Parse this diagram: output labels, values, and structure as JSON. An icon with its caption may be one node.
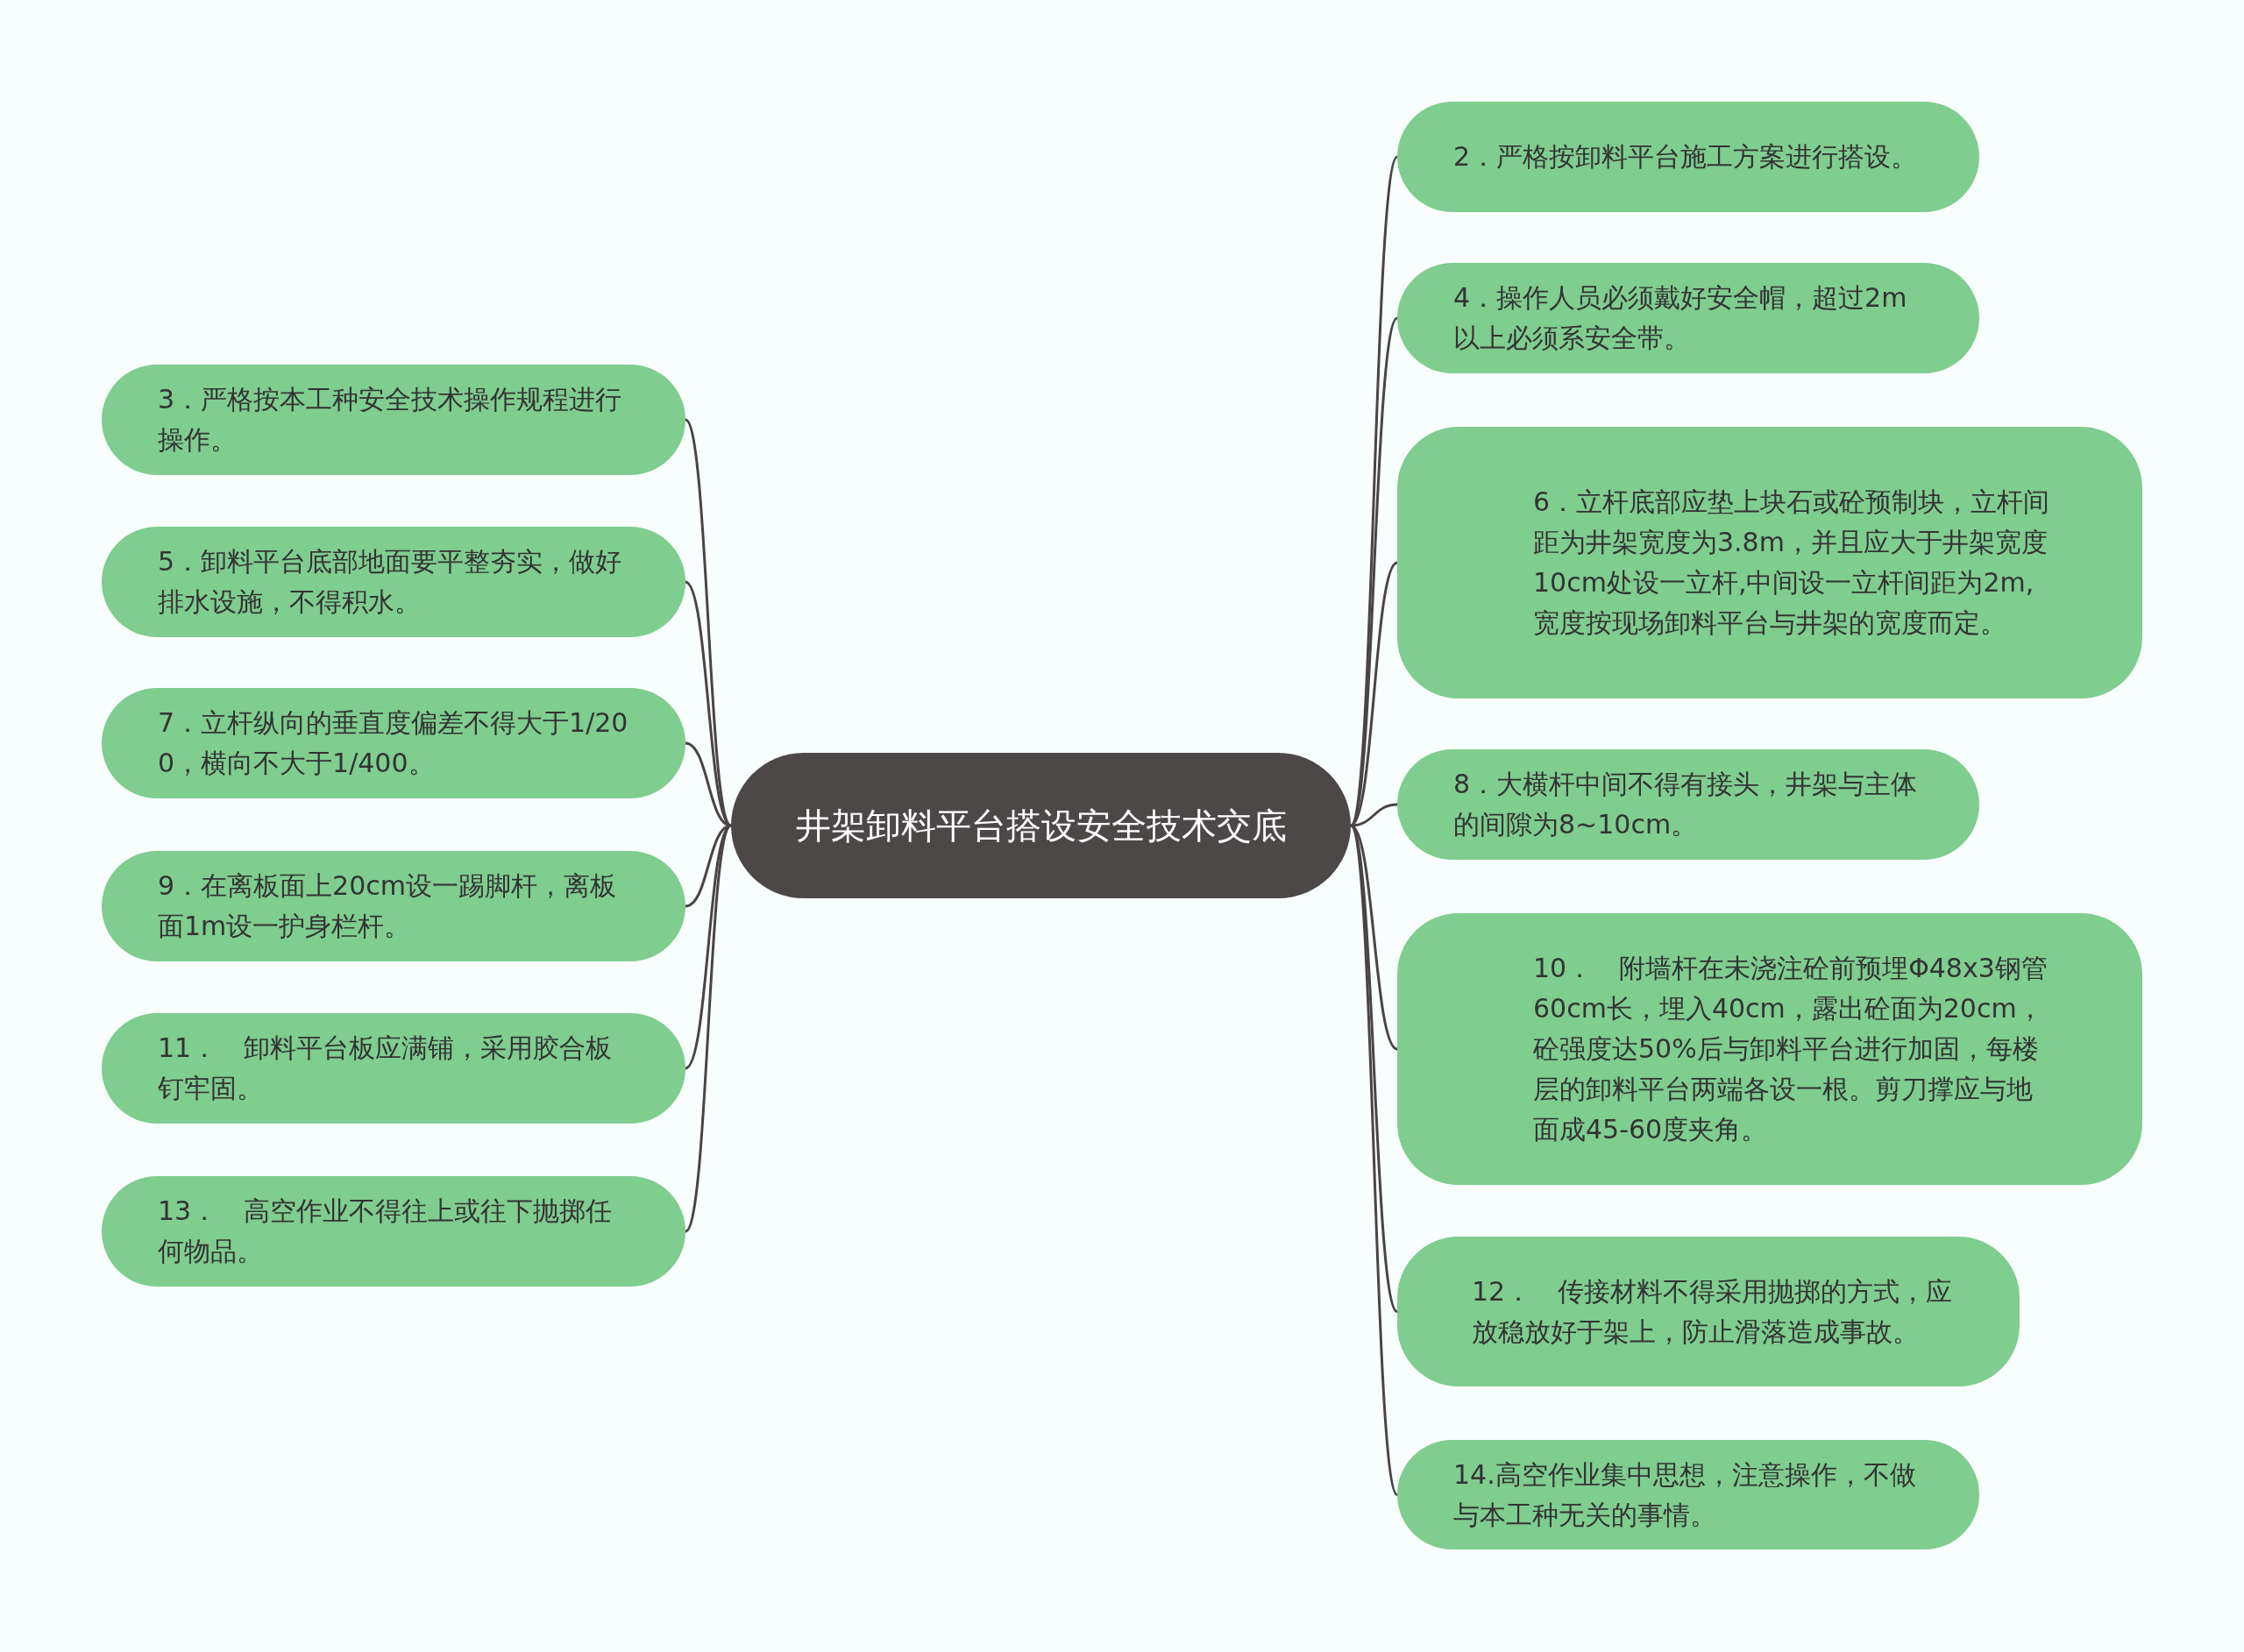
{
  "diagram": {
    "nodes": [
      {
        "text": [
          "井架卸料平台搭设安全技术交底"
        ]
      },
      {
        "text": [
          "2．严格按卸料平台施工方案进行搭设。"
        ]
      },
      {
        "text": [
          "3．严格按本工种安全技术操作规程进行操作。"
        ]
      },
      {
        "text": [
          "4．操作人员必须戴好安全帽，超过2m以上必须系安全带。"
        ]
      },
      {
        "text": [
          "5．卸料平台底部地面要平整夯实，做好排水设施，不得积水。"
        ]
      },
      {
        "text": [
          "6．立杆底部应垫上块石或砼预制块，立杆间距为井架宽度为3.8m，并且应大于井架宽度10cm处设一立杆,中间设一立杆间距为2m,宽度按现场卸料平台与井架的宽度而定。"
        ]
      },
      {
        "text": [
          "7．立杆纵向的垂直度偏差不得大于1/200，横向不大于1/400。"
        ]
      },
      {
        "text": [
          "8．大横杆中间不得有接头，井架与主体的间隙为8~10cm。"
        ]
      },
      {
        "text": [
          "9．在离板面上20cm设一踢脚杆，离板面1m设一护身栏杆。"
        ]
      },
      {
        "text": [
          "10．　附墙杆在未浇注砼前预埋Φ48x3钢管60cm长，埋入40cm，露出砼面为20cm，砼强度达50%后与卸料平台进行加固，每楼层的卸料平台两端各设一根。剪刀撑应与地面成45-60度夹角。"
        ]
      },
      {
        "text": [
          "11．　卸料平台板应满铺，采用胶合板钉牢固。"
        ]
      },
      {
        "text": [
          "12．　传接材料不得采用抛掷的方式，应放稳放好于架上，防止滑落造成事故。"
        ]
      },
      {
        "text": [
          "13．　高空作业不得往上或往下抛掷任何物品。"
        ]
      },
      {
        "text": [
          "14.高空作业集中思想，注意操作，不做与本工种无关的事情。"
        ]
      }
    ],
    "edges": [
      {
        "from": 0,
        "to": 1,
        "arrow": "none"
      },
      {
        "from": 0,
        "to": 2,
        "arrow": "none"
      },
      {
        "from": 0,
        "to": 3,
        "arrow": "none"
      },
      {
        "from": 0,
        "to": 4,
        "arrow": "none"
      },
      {
        "from": 0,
        "to": 5,
        "arrow": "none"
      },
      {
        "from": 0,
        "to": 6,
        "arrow": "none"
      },
      {
        "from": 0,
        "to": 7,
        "arrow": "none"
      },
      {
        "from": 0,
        "to": 8,
        "arrow": "none"
      },
      {
        "from": 0,
        "to": 9,
        "arrow": "none"
      },
      {
        "from": 0,
        "to": 10,
        "arrow": "none"
      },
      {
        "from": 0,
        "to": 11,
        "arrow": "none"
      },
      {
        "from": 0,
        "to": 12,
        "arrow": "none"
      },
      {
        "from": 0,
        "to": 13,
        "arrow": "none"
      }
    ]
  }
}
